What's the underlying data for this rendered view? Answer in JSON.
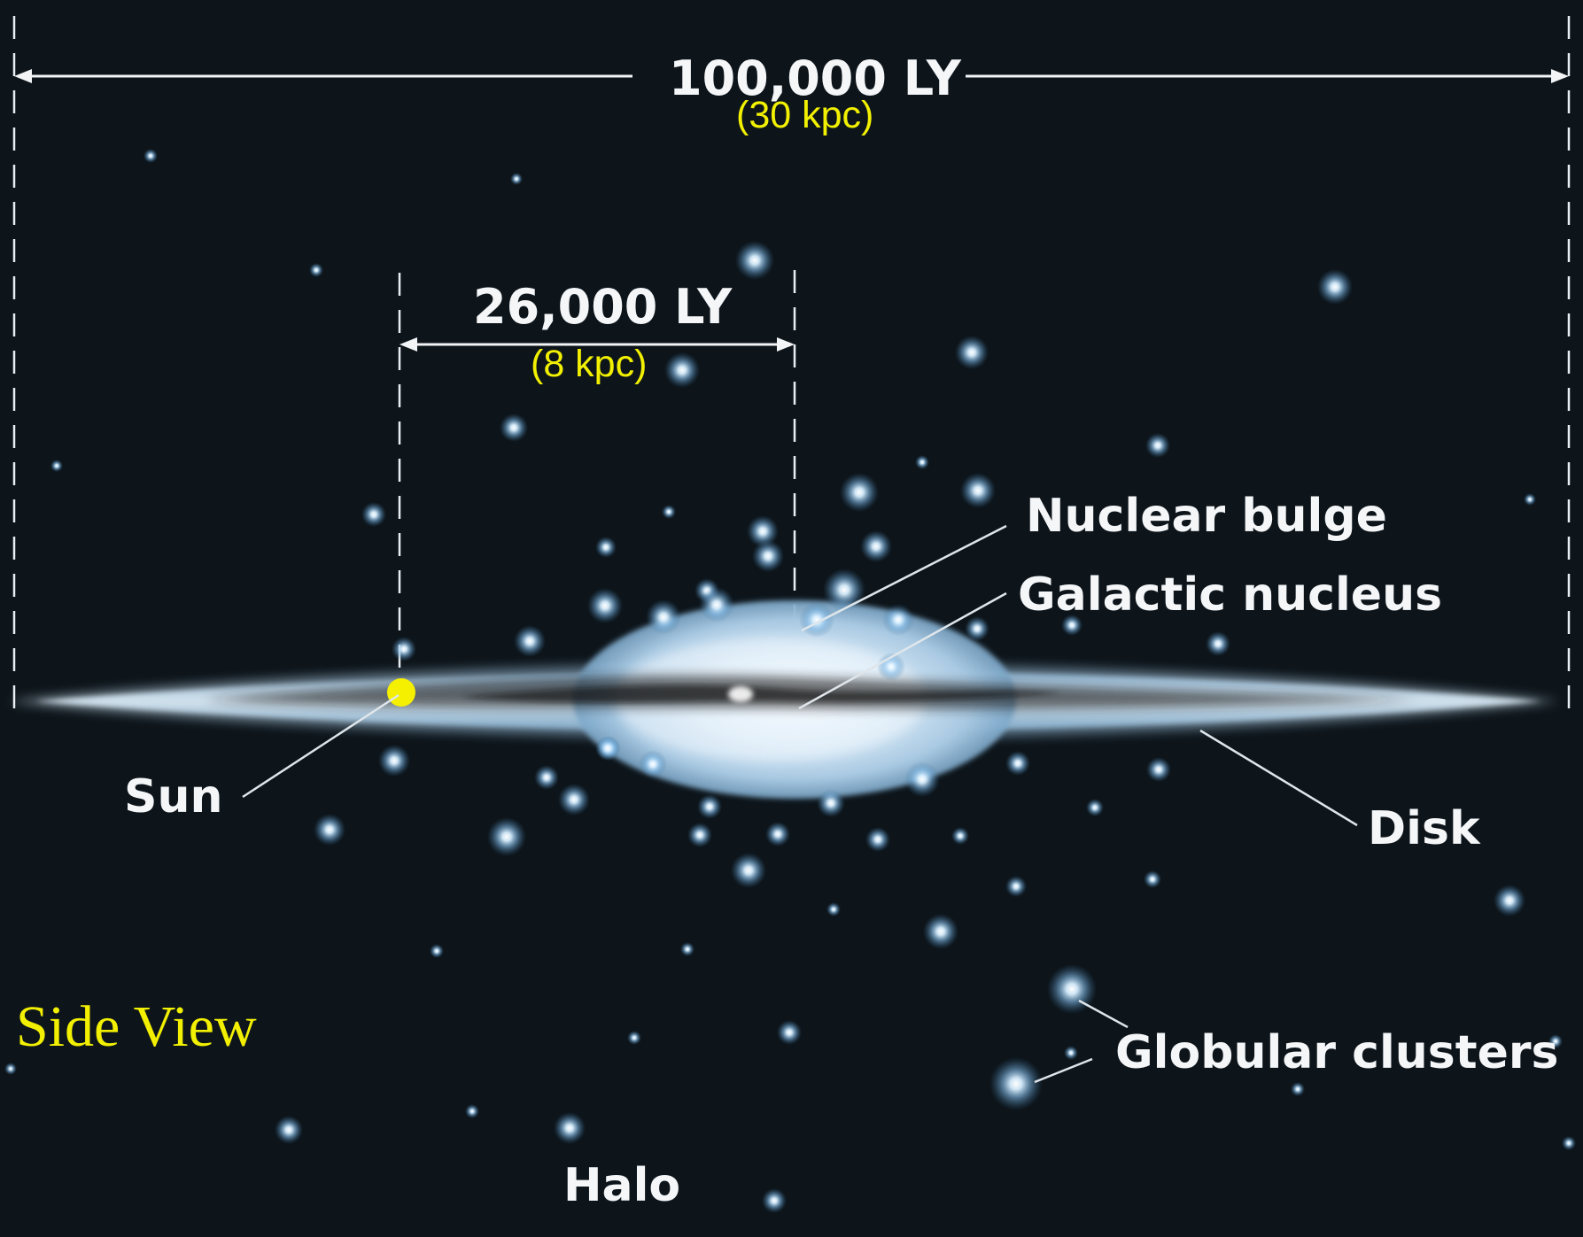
{
  "measurements": {
    "full_diameter": {
      "label": "100,000 LY",
      "sub": "(30 kpc)"
    },
    "sun_distance": {
      "label": "26,000 LY",
      "sub": "(8 kpc)"
    }
  },
  "labels": {
    "nuclear_bulge": "Nuclear bulge",
    "galactic_nucleus": "Galactic nucleus",
    "sun": "Sun",
    "disk": "Disk",
    "globular_clusters": "Globular clusters",
    "halo": "Halo",
    "view_title": "Side View"
  },
  "colors": {
    "background": "#0d151b",
    "label_white": "#f4f6f8",
    "annotation_yellow": "#f2f000",
    "sun_marker": "#f5ef00",
    "cluster_blue": "#9fcff3"
  }
}
